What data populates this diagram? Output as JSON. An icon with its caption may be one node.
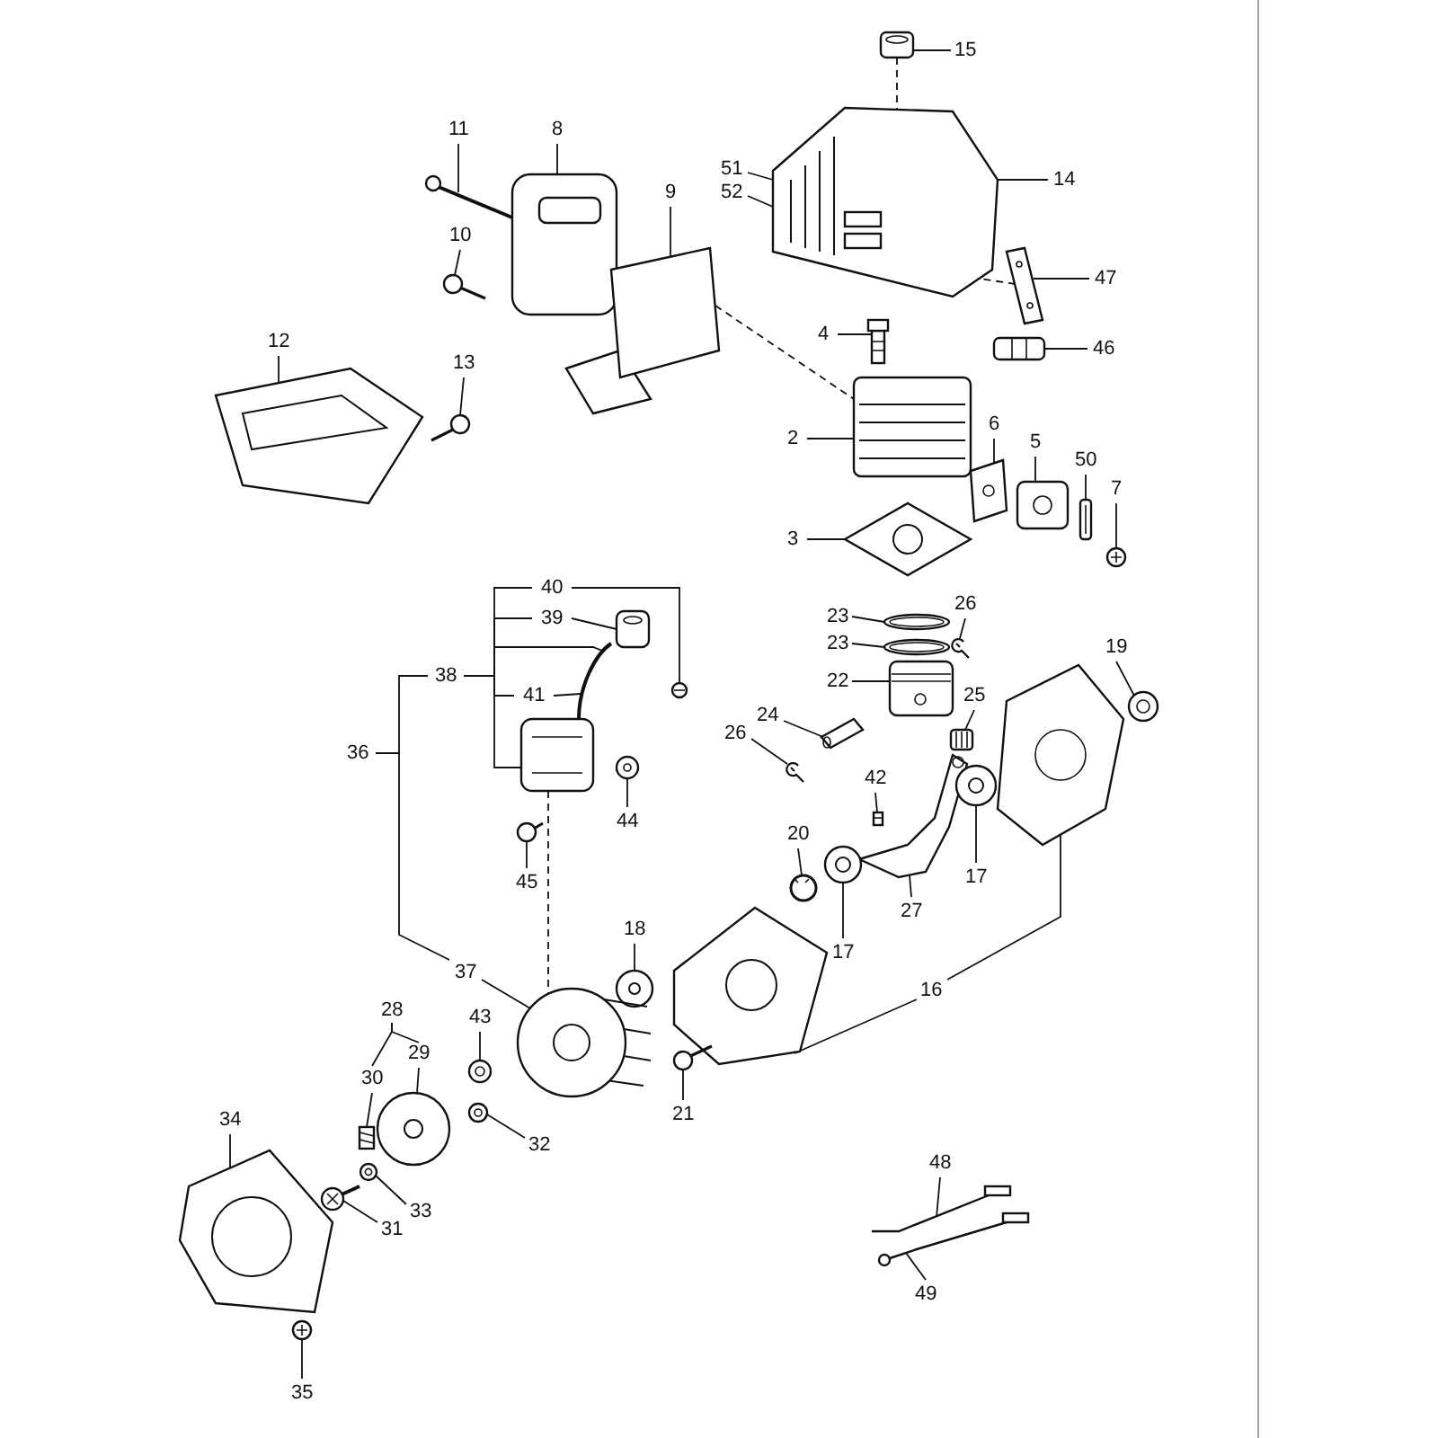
{
  "diagram": {
    "nodes": [
      {
        "text": [
          "15"
        ]
      },
      {
        "text": [
          "11"
        ]
      },
      {
        "text": [
          "8"
        ]
      },
      {
        "text": [
          "51"
        ]
      },
      {
        "text": [
          "14"
        ]
      },
      {
        "text": [
          "52"
        ]
      },
      {
        "text": [
          "9"
        ]
      },
      {
        "text": [
          "10"
        ]
      },
      {
        "text": [
          "47"
        ]
      },
      {
        "text": [
          "4"
        ]
      },
      {
        "text": [
          "12"
        ]
      },
      {
        "text": [
          "46"
        ]
      },
      {
        "text": [
          "13"
        ]
      },
      {
        "text": [
          "6"
        ]
      },
      {
        "text": [
          "2"
        ]
      },
      {
        "text": [
          "5"
        ]
      },
      {
        "text": [
          "50"
        ]
      },
      {
        "text": [
          "7"
        ]
      },
      {
        "text": [
          "3"
        ]
      },
      {
        "text": [
          "40"
        ]
      },
      {
        "text": [
          "26"
        ]
      },
      {
        "text": [
          "23"
        ]
      },
      {
        "text": [
          "39"
        ]
      },
      {
        "text": [
          "23"
        ]
      },
      {
        "text": [
          "19"
        ]
      },
      {
        "text": [
          "38"
        ]
      },
      {
        "text": [
          "22"
        ]
      },
      {
        "text": [
          "25"
        ]
      },
      {
        "text": [
          "41"
        ]
      },
      {
        "text": [
          "24"
        ]
      },
      {
        "text": [
          "26"
        ]
      },
      {
        "text": [
          "36"
        ]
      },
      {
        "text": [
          "42"
        ]
      },
      {
        "text": [
          "44"
        ]
      },
      {
        "text": [
          "20"
        ]
      },
      {
        "text": [
          "17"
        ]
      },
      {
        "text": [
          "45"
        ]
      },
      {
        "text": [
          "27"
        ]
      },
      {
        "text": [
          "18"
        ]
      },
      {
        "text": [
          "17"
        ]
      },
      {
        "text": [
          "37"
        ]
      },
      {
        "text": [
          "16"
        ]
      },
      {
        "text": [
          "28"
        ]
      },
      {
        "text": [
          "43"
        ]
      },
      {
        "text": [
          "29"
        ]
      },
      {
        "text": [
          "30"
        ]
      },
      {
        "text": [
          "21"
        ]
      },
      {
        "text": [
          "34"
        ]
      },
      {
        "text": [
          "32"
        ]
      },
      {
        "text": [
          "48"
        ]
      },
      {
        "text": [
          "33"
        ]
      },
      {
        "text": [
          "31"
        ]
      },
      {
        "text": [
          "49"
        ]
      },
      {
        "text": [
          "35"
        ]
      },
      {
        "text": [],
        "shape": "picture"
      },
      {
        "text": [],
        "shape": "picture"
      },
      {
        "text": [],
        "shape": "picture"
      },
      {
        "text": [],
        "shape": "picture"
      },
      {
        "text": [],
        "shape": "picture"
      },
      {
        "text": [],
        "shape": "picture"
      },
      {
        "text": [],
        "shape": "picture"
      },
      {
        "text": [],
        "shape": "picture"
      },
      {
        "text": [],
        "shape": "picture"
      },
      {
        "text": [],
        "shape": "picture"
      },
      {
        "text": [],
        "shape": "picture"
      },
      {
        "text": [],
        "shape": "picture"
      },
      {
        "text": [],
        "shape": "picture"
      },
      {
        "text": [],
        "shape": "picture"
      },
      {
        "text": [],
        "shape": "picture"
      },
      {
        "text": [],
        "shape": "picture"
      },
      {
        "text": [],
        "shape": "picture"
      },
      {
        "text": [],
        "shape": "picture"
      },
      {
        "text": [],
        "shape": "picture"
      },
      {
        "text": [],
        "shape": "picture"
      },
      {
        "text": [],
        "shape": "picture"
      },
      {
        "text": [],
        "shape": "picture"
      },
      {
        "text": [],
        "shape": "picture"
      },
      {
        "text": [],
        "shape": "picture"
      },
      {
        "text": [],
        "shape": "picture"
      },
      {
        "text": [],
        "shape": "picture"
      },
      {
        "text": [],
        "shape": "picture"
      },
      {
        "text": [],
        "shape": "picture"
      },
      {
        "text": [],
        "shape": "picture"
      },
      {
        "text": [],
        "shape": "picture"
      },
      {
        "text": [],
        "shape": "picture"
      },
      {
        "text": [],
        "shape": "picture"
      },
      {
        "text": [],
        "shape": "picture"
      },
      {
        "text": [],
        "shape": "picture"
      },
      {
        "text": [],
        "shape": "picture"
      },
      {
        "text": [],
        "shape": "picture"
      },
      {
        "text": [],
        "shape": "picture"
      },
      {
        "text": [],
        "shape": "picture"
      },
      {
        "text": [],
        "shape": "picture"
      },
      {
        "text": [],
        "shape": "picture"
      },
      {
        "text": [],
        "shape": "picture"
      },
      {
        "text": [],
        "shape": "picture"
      },
      {
        "text": [],
        "shape": "picture"
      },
      {
        "text": [],
        "shape": "picture"
      },
      {
        "text": [],
        "shape": "picture"
      },
      {
        "text": [],
        "shape": "picture"
      },
      {
        "text": [],
        "shape": "picture"
      },
      {
        "text": [],
        "shape": "picture"
      },
      {
        "text": [],
        "shape": "picture"
      },
      {
        "text": [],
        "shape": "picture"
      },
      {
        "text": [],
        "shape": "picture"
      }
    ],
    "edges": [
      {
        "from": 0,
        "to": 54,
        "arrow": "none"
      },
      {
        "from": 1,
        "to": 57,
        "arrow": "none"
      },
      {
        "from": 2,
        "to": 58,
        "arrow": "none"
      },
      {
        "from": 3,
        "to": 55,
        "arrow": "none"
      },
      {
        "from": 4,
        "to": 55,
        "arrow": "none"
      },
      {
        "from": 5,
        "to": 55,
        "arrow": "none"
      },
      {
        "from": 6,
        "to": 60,
        "arrow": "none"
      },
      {
        "from": 7,
        "to": 59,
        "arrow": "none"
      },
      {
        "from": 8,
        "to": 56,
        "arrow": "none"
      },
      {
        "from": 9,
        "to": 63,
        "arrow": "none"
      },
      {
        "from": 10,
        "to": 61,
        "arrow": "none"
      },
      {
        "from": 11,
        "to": 65,
        "arrow": "none"
      },
      {
        "from": 12,
        "to": 62,
        "arrow": "none"
      },
      {
        "from": 13,
        "to": 66,
        "arrow": "none"
      },
      {
        "from": 14,
        "to": 64,
        "arrow": "none"
      },
      {
        "from": 15,
        "to": 67,
        "arrow": "none"
      },
      {
        "from": 16,
        "to": 68,
        "arrow": "none"
      },
      {
        "from": 17,
        "to": 69,
        "arrow": "none"
      },
      {
        "from": 18,
        "to": 70,
        "arrow": "none"
      },
      {
        "from": 19,
        "to": 74,
        "arrow": "none"
      },
      {
        "from": 20,
        "to": 80,
        "arrow": "none"
      },
      {
        "from": 21,
        "to": 77,
        "arrow": "none"
      },
      {
        "from": 22,
        "to": 73,
        "arrow": "none"
      },
      {
        "from": 23,
        "to": 78,
        "arrow": "none"
      },
      {
        "from": 24,
        "to": 89,
        "arrow": "none"
      },
      {
        "from": 25,
        "to": 71,
        "arrow": "none"
      },
      {
        "from": 26,
        "to": 79,
        "arrow": "none"
      },
      {
        "from": 27,
        "to": 83,
        "arrow": "none"
      },
      {
        "from": 28,
        "to": 72,
        "arrow": "none"
      },
      {
        "from": 29,
        "to": 82,
        "arrow": "none"
      },
      {
        "from": 30,
        "to": 81,
        "arrow": "none"
      },
      {
        "from": 31,
        "to": 25,
        "arrow": "none"
      },
      {
        "from": 32,
        "to": 85,
        "arrow": "none"
      },
      {
        "from": 33,
        "to": 75,
        "arrow": "none"
      },
      {
        "from": 34,
        "to": 86,
        "arrow": "none"
      },
      {
        "from": 35,
        "to": 88,
        "arrow": "none"
      },
      {
        "from": 36,
        "to": 76,
        "arrow": "none"
      },
      {
        "from": 37,
        "to": 84,
        "arrow": "none"
      },
      {
        "from": 38,
        "to": 92,
        "arrow": "none"
      },
      {
        "from": 39,
        "to": 87,
        "arrow": "none"
      },
      {
        "from": 40,
        "to": 93,
        "arrow": "none"
      },
      {
        "from": 41,
        "to": 90,
        "arrow": "none"
      },
      {
        "from": 42,
        "to": 44,
        "arrow": "none"
      },
      {
        "from": 43,
        "to": 95,
        "arrow": "none"
      },
      {
        "from": 44,
        "to": 97,
        "arrow": "none"
      },
      {
        "from": 45,
        "to": 98,
        "arrow": "none"
      },
      {
        "from": 46,
        "to": 94,
        "arrow": "none"
      },
      {
        "from": 47,
        "to": 101,
        "arrow": "none"
      },
      {
        "from": 48,
        "to": 96,
        "arrow": "none"
      },
      {
        "from": 49,
        "to": 103,
        "arrow": "none"
      },
      {
        "from": 50,
        "to": 99,
        "arrow": "none"
      },
      {
        "from": 51,
        "to": 100,
        "arrow": "none"
      },
      {
        "from": 52,
        "to": 104,
        "arrow": "none"
      },
      {
        "from": 53,
        "to": 102,
        "arrow": "none"
      },
      {
        "from": 25,
        "to": 19,
        "arrow": "none"
      },
      {
        "from": 25,
        "to": 22,
        "arrow": "none"
      },
      {
        "from": 25,
        "to": 28,
        "arrow": "none"
      },
      {
        "from": 25,
        "to": 72,
        "arrow": "none"
      },
      {
        "from": 31,
        "to": 40,
        "arrow": "none"
      },
      {
        "from": 41,
        "to": 91,
        "arrow": "none"
      },
      {
        "from": 42,
        "to": 45,
        "arrow": "none"
      },
      {
        "from": 54,
        "to": 55,
        "arrow": "none",
        "style": "dashed"
      },
      {
        "from": 60,
        "to": 64,
        "arrow": "none",
        "style": "dashed"
      },
      {
        "from": 71,
        "to": 93,
        "arrow": "none",
        "style": "dashed"
      },
      {
        "from": 56,
        "to": 55,
        "arrow": "none",
        "style": "dashed"
      }
    ]
  }
}
